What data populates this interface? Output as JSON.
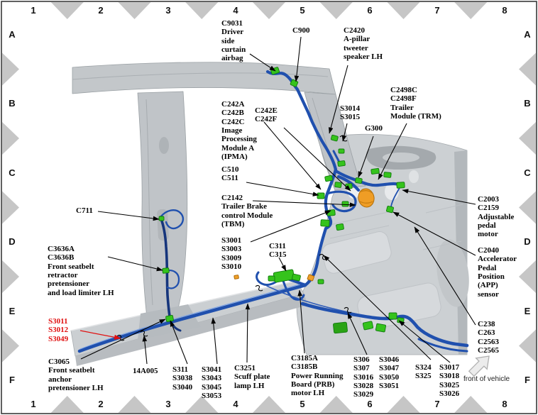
{
  "grid": {
    "cols": [
      "1",
      "2",
      "3",
      "4",
      "5",
      "6",
      "7",
      "8"
    ],
    "rows": [
      "A",
      "B",
      "C",
      "D",
      "E",
      "F"
    ]
  },
  "colors": {
    "highlight_red": "#e01010",
    "harness_blue": "#2050ae",
    "connector_green": "#35c31c",
    "grommet_orange": "#ef9d25",
    "body_gray": "#c7cbce",
    "triangle_gray": "#c6c6c6"
  },
  "callouts": {
    "c9031": "C9031\nDriver\nside\ncurtain\nairbag",
    "c900": "C900",
    "c2420": "C2420\nA-pillar\ntweeter\nspeaker LH",
    "ipma": "C242A\nC242B\nC242C\nImage\nProcessing\nModule A\n(IPMA)",
    "c242ef": "C242E\nC242F",
    "s3014": "S3014\nS3015",
    "trm": "C2498C\nC2498F\nTrailer\nModule (TRM)",
    "g300": "G300",
    "c510": "C510\nC511",
    "c2142": "C2142\nTrailer Brake\ncontrol Module\n(TBM)",
    "s3001": "S3001\nS3003\nS3009\nS3010",
    "c311": "C311\nC315",
    "c711": "C711",
    "c3636": "C3636A\nC3636B\nFront seatbelt\nretractor\npretensioner\nand load limiter LH",
    "s3011": "S3011\nS3012\nS3049",
    "c3065": "C3065\nFront seatbelt\nanchor\npretensioner LH",
    "harness_14a005": "14A005",
    "s311": "S311\nS3038\nS3040",
    "s3041": "S3041\nS3043\nS3045\nS3053",
    "c3251": "C3251\nScuff plate\nlamp LH",
    "c3185": "C3185A\nC3185B\nPower Running\nBoard (PRB)\nmotor LH",
    "s306": "S306\nS307\nS3016\nS3028\nS3029",
    "s3046": "S3046\nS3047\nS3050\nS3051",
    "s324": "S324\nS325",
    "s3017": "S3017\nS3018\nS3025\nS3026",
    "c2003": "C2003\nC2159\nAdjustable\npedal\nmotor",
    "c2040": "C2040\nAccelerator\nPedal\nPosition\n(APP)\nsensor",
    "c238": "C238\nC263\nC2563\nC2565",
    "front_of_vehicle": "front of vehicle"
  }
}
